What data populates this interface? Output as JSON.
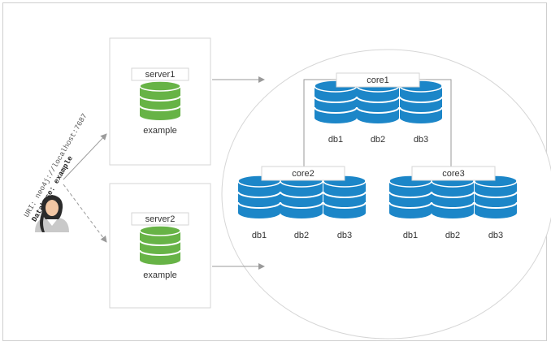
{
  "colors": {
    "server_db": "#67b346",
    "server_db_band": "#ffffff",
    "cluster_db": "#1c86c8",
    "connector": "#9a9a9a",
    "box_border": "#d6d6d6",
    "cluster_border": "#d6d6d6"
  },
  "client": {
    "icon": "user-avatar-icon",
    "uri_label": "URI: ",
    "uri_value": "neo4j://localhost:7687",
    "database_label": "Database: ",
    "database_value": "example"
  },
  "servers": [
    {
      "name": "server1",
      "database": "example"
    },
    {
      "name": "server2",
      "database": "example"
    }
  ],
  "cluster": {
    "cores": [
      {
        "name": "core1",
        "databases": [
          "db1",
          "db2",
          "db3"
        ]
      },
      {
        "name": "core2",
        "databases": [
          "db1",
          "db2",
          "db3"
        ]
      },
      {
        "name": "core3",
        "databases": [
          "db1",
          "db2",
          "db3"
        ]
      }
    ]
  }
}
